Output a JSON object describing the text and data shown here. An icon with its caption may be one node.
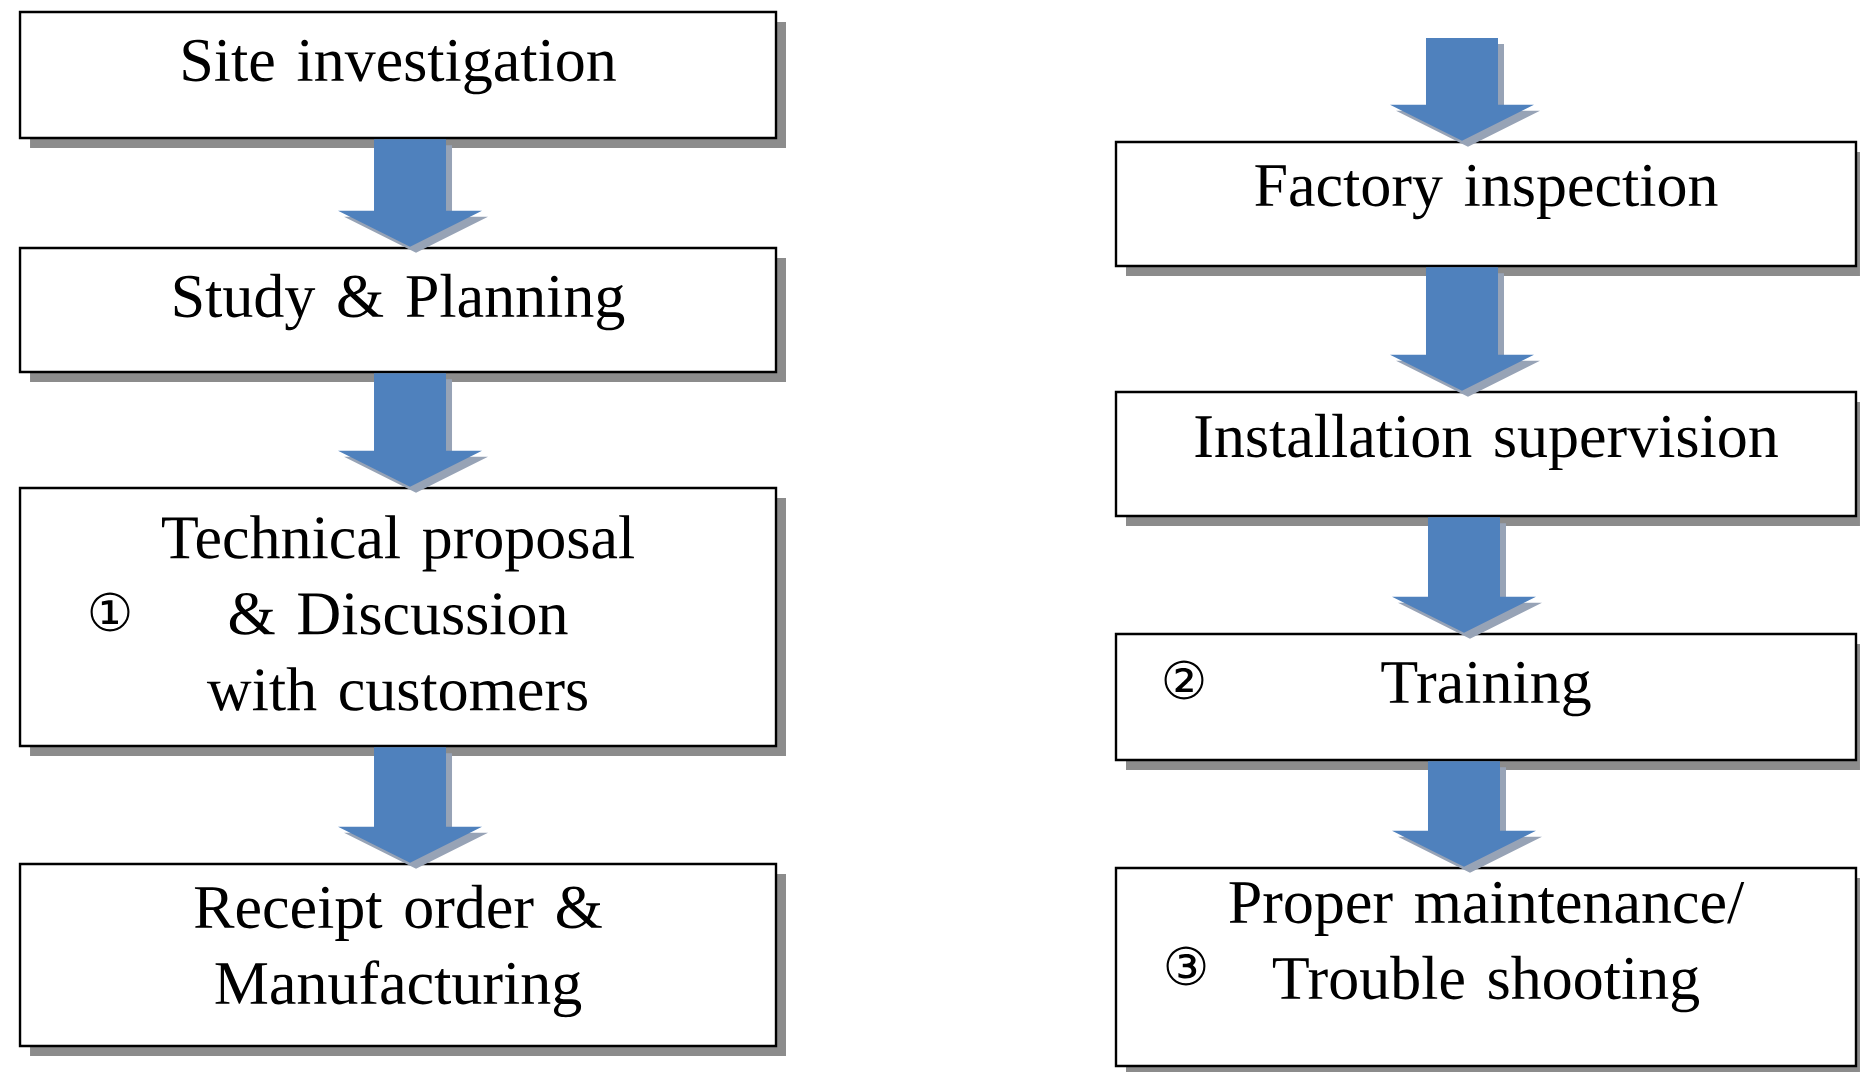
{
  "diagram": {
    "nodes": [
      {
        "text": [
          "Site investigation"
        ]
      },
      {
        "text": [
          "Study & Planning"
        ]
      },
      {
        "text": [
          "①",
          "Technical proposal & Discussion with customers"
        ]
      },
      {
        "text": [
          "Receipt order & Manufacturing"
        ]
      },
      {
        "text": [
          "Factory inspection"
        ]
      },
      {
        "text": [
          "Installation supervision"
        ]
      },
      {
        "text": [
          "②",
          "Training"
        ]
      },
      {
        "text": [
          "③",
          "Proper maintenance/ Trouble shooting"
        ]
      }
    ],
    "edges": [
      {
        "from": 0,
        "to": 1,
        "arrow": "to"
      },
      {
        "from": 1,
        "to": 2,
        "arrow": "to"
      },
      {
        "from": 2,
        "to": 3,
        "arrow": "to"
      },
      {
        "from": null,
        "to": 4,
        "arrow": "to"
      },
      {
        "from": 4,
        "to": 5,
        "arrow": "to"
      },
      {
        "from": 5,
        "to": 6,
        "arrow": "to"
      },
      {
        "from": 6,
        "to": 7,
        "arrow": "to"
      }
    ]
  }
}
